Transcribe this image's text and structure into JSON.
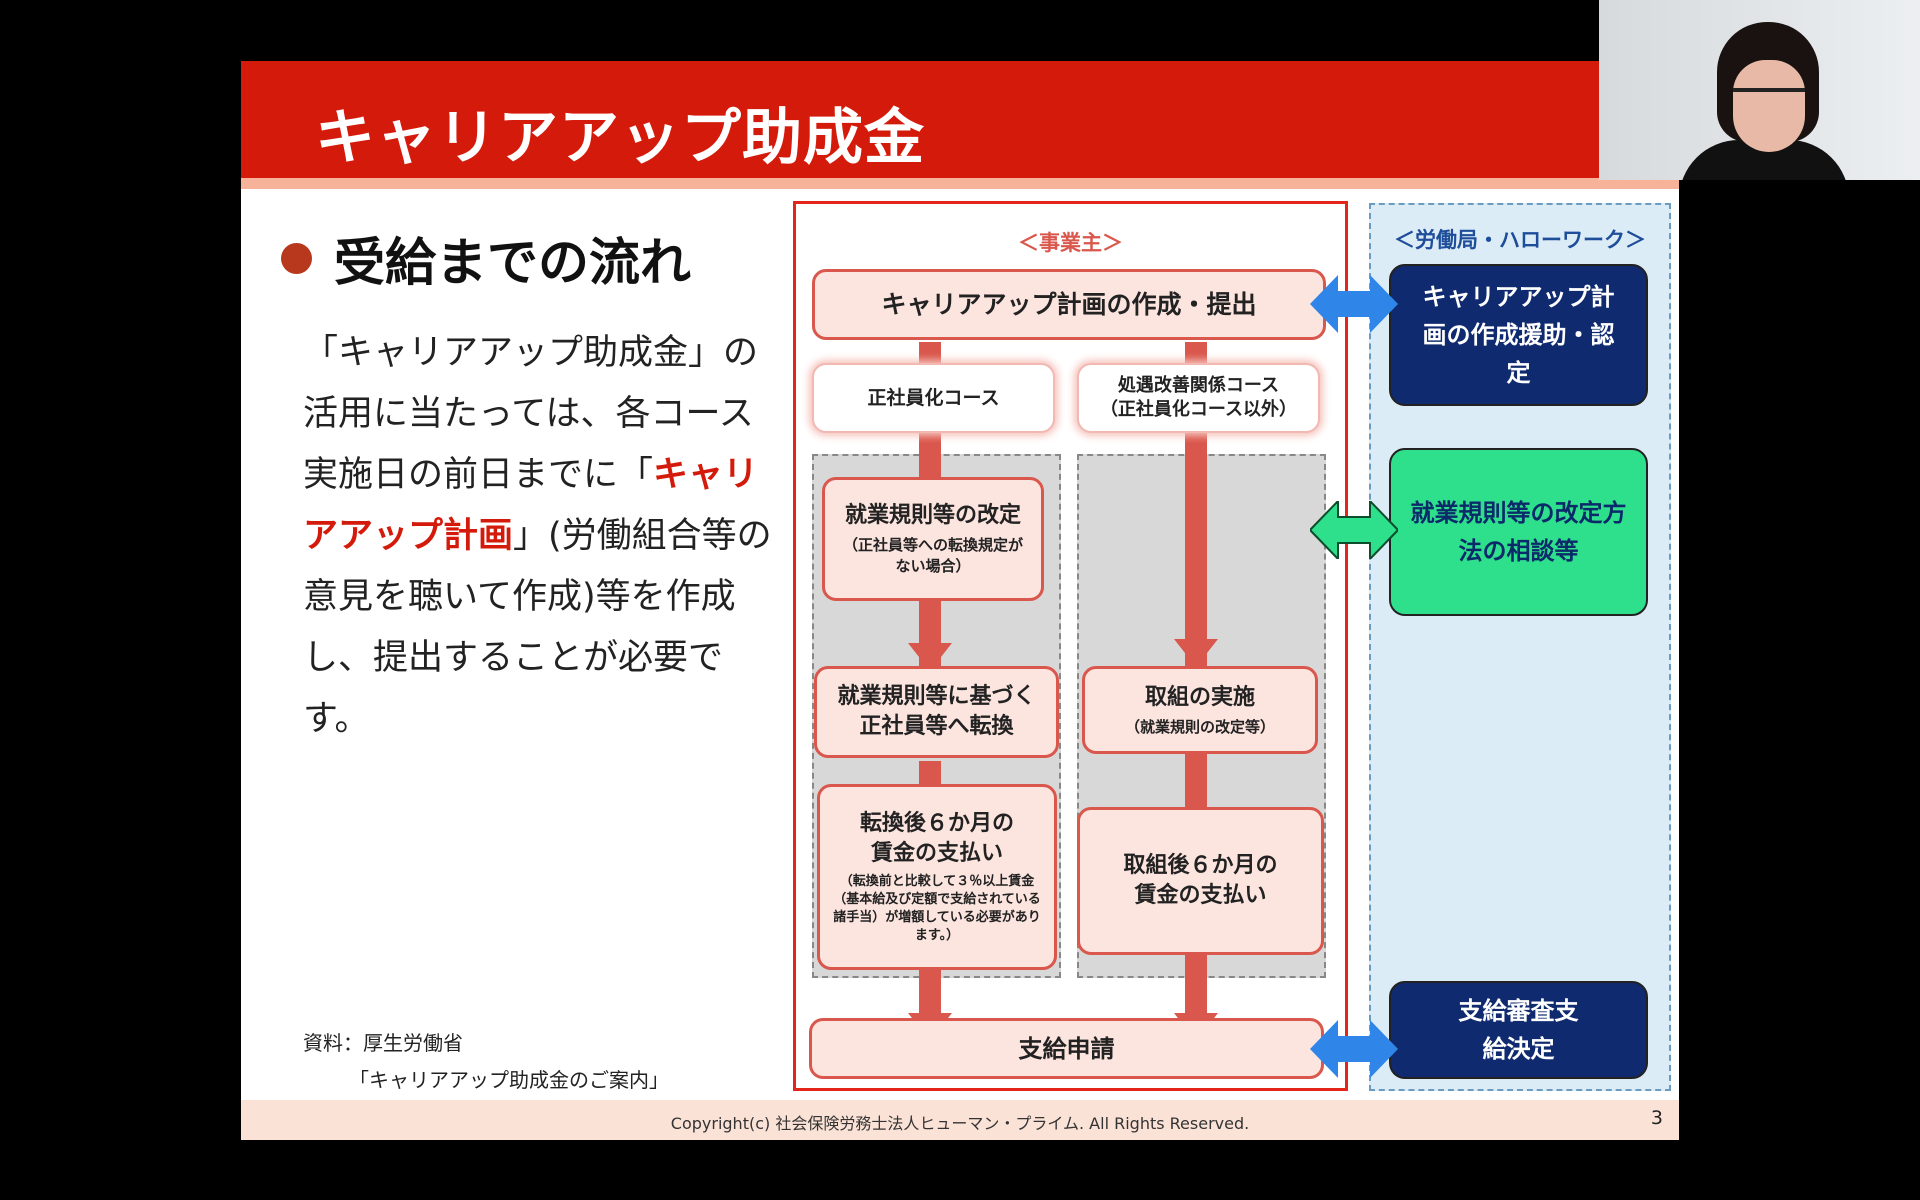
{
  "slide": {
    "title": "キャリアアップ助成金",
    "heading": "受給までの流れ",
    "body": {
      "part1": "「キャリアアップ助成金」の活用に当たっては、各コース実施日の前日までに「",
      "highlight": "キャリアアップ計画",
      "part2": "」(労働組合等の意見を聴いて作成)等を作成し、提出することが必要です。"
    },
    "source_line1": "資料：厚生労働省",
    "source_line2": "「キャリアアップ助成金のご案内」",
    "copyright": "Copyright(c) 社会保険労務士法人ヒューマン・プライム. All Rights Reserved.",
    "page_number": "3"
  },
  "diagram": {
    "employer_label": "＜事業主＞",
    "office_label": "＜労働局・ハローワーク＞",
    "plan_box": "キャリアアップ計画の作成・提出",
    "course1": "正社員化コース",
    "course2_main": "処遇改善関係コース",
    "course2_sub": "（正社員化コース以外）",
    "step1_main": "就業規則等の改定",
    "step1_sub": "（正社員等への転換規定がない場合）",
    "step2": "就業規則等に基づく正社員等へ転換",
    "step3_main": "転換後６か月の賃金の支払い",
    "step3_sub": "（転換前と比較して３％以上賃金（基本給及び定額で支給されている諸手当）が増額している必要があります。）",
    "r_step1_main": "取組の実施",
    "r_step1_sub": "（就業規則の改定等）",
    "r_step2": "取組後６か月の賃金の支払い",
    "apply_box": "支給申請",
    "office_box1": "キャリアアップ計画の作成援助・認定",
    "office_box2": "就業規則等の改定方法の相談等",
    "office_box3": "支給審査支給決定"
  },
  "colors": {
    "title_bar": "#d41a0a",
    "highlight": "#d41a0a",
    "navy_box": "#0f2a6e",
    "green_box": "#2ee08c",
    "arrow_blue": "#2f86e8",
    "arrow_green": "#2ee08c"
  },
  "icons": [
    "bullet-dot",
    "double-arrow"
  ]
}
